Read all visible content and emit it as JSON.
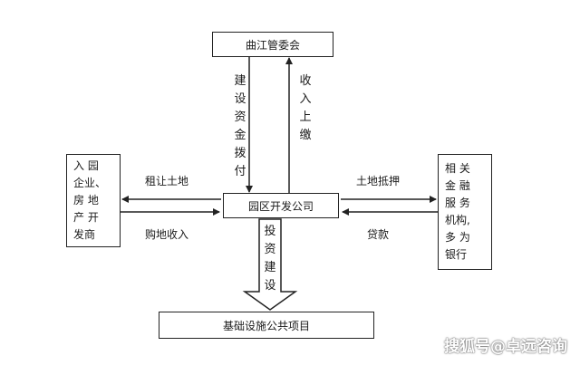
{
  "nodes": {
    "top": "曲江管委会",
    "center": "园区开发公司",
    "bottom": "基础设施公共项目",
    "left_lines": [
      "入 园",
      "企业、",
      "房 地",
      "产 开",
      "发商"
    ],
    "right_lines": [
      "相 关",
      "金 融",
      "服 务",
      "机构,",
      "多 为",
      "银行"
    ]
  },
  "edges": {
    "funding_down": "建\n设\n资\n金\n拨\n付",
    "revenue_up": "收\n入\n上\n缴",
    "invest": "投\n资\n建\n设",
    "rent_land": "租让土地",
    "purchase_income": "购地收入",
    "land_mortgage": "土地抵押",
    "loan": "贷款"
  },
  "watermark": "搜狐号@卓远咨询"
}
